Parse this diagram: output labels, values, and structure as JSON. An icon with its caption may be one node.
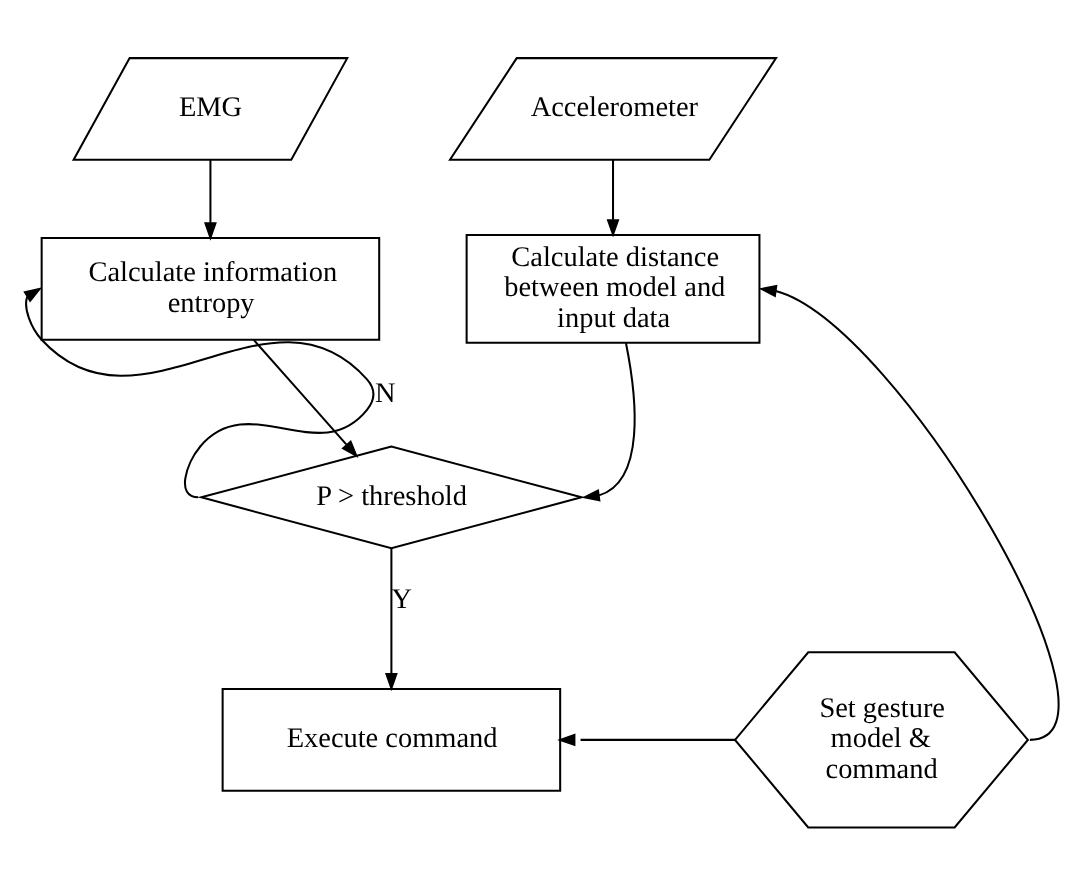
{
  "diagram": {
    "nodes": [
      {
        "text": [
          "EMG"
        ]
      },
      {
        "text": [
          "Accelerometer"
        ]
      },
      {
        "text": [
          "Calculate information entropy"
        ]
      },
      {
        "text": [
          "Calculate distance between model and input data"
        ]
      },
      {
        "text": [
          "P > threshold"
        ]
      },
      {
        "text": [
          "Execute command"
        ]
      },
      {
        "text": [
          "Set gesture model & command"
        ]
      }
    ],
    "edges": [
      {
        "from": 0,
        "to": 2,
        "arrow": "to"
      },
      {
        "from": 1,
        "to": 3,
        "arrow": "to"
      },
      {
        "from": 2,
        "to": 4,
        "arrow": "to"
      },
      {
        "from": 3,
        "to": 4,
        "arrow": "to"
      },
      {
        "from": 4,
        "to": 2,
        "arrow": "to",
        "label": "N"
      },
      {
        "from": 4,
        "to": 5,
        "arrow": "to",
        "label": "Y"
      },
      {
        "from": 6,
        "to": 5,
        "arrow": "to"
      },
      {
        "from": 6,
        "to": 3,
        "arrow": "to"
      }
    ]
  }
}
